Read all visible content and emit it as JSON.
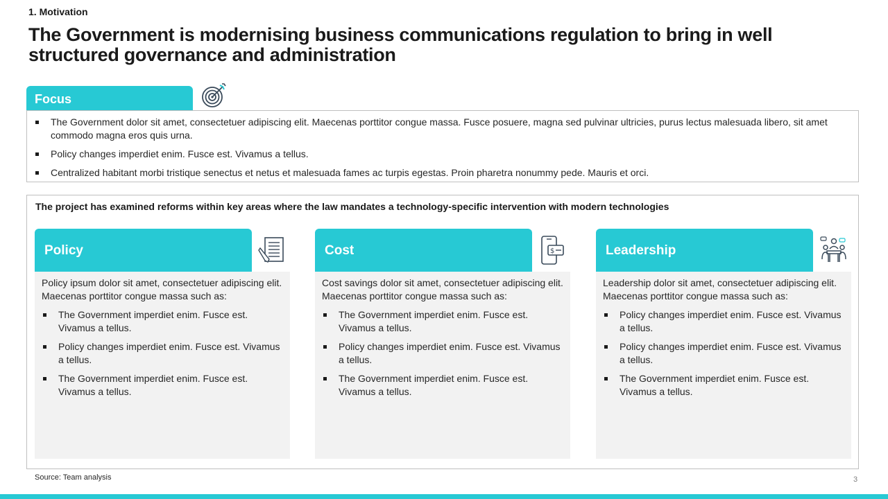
{
  "section_label": "1. Motivation",
  "title": "The Government is modernising business communications regulation to bring in well structured governance and administration",
  "focus": {
    "tab_label": "Focus",
    "icon": "target-icon",
    "bullets": [
      "The Government dolor sit amet, consectetuer adipiscing elit. Maecenas porttitor congue massa. Fusce posuere, magna sed pulvinar ultricies, purus lectus malesuada libero, sit amet commodo magna eros quis urna.",
      "Policy changes imperdiet enim. Fusce est. Vivamus a tellus.",
      "Centralized habitant morbi tristique senectus et netus et malesuada fames ac turpis egestas. Proin pharetra nonummy pede. Mauris et orci."
    ]
  },
  "project": {
    "heading": "The project has examined reforms within key areas where the law mandates a technology-specific intervention with modern technologies",
    "columns": [
      {
        "title": "Policy",
        "icon": "document-pen-icon",
        "intro": "Policy ipsum dolor sit amet, consectetuer adipiscing elit. Maecenas porttitor congue massa such as:",
        "bullets": [
          "The Government imperdiet enim. Fusce est. Vivamus a tellus.",
          "Policy changes imperdiet enim. Fusce est. Vivamus a tellus.",
          "The Government imperdiet enim. Fusce est. Vivamus a tellus."
        ]
      },
      {
        "title": "Cost",
        "icon": "phone-payment-icon",
        "intro": "Cost savings dolor sit amet, consectetuer adipiscing elit. Maecenas porttitor congue massa such as:",
        "bullets": [
          "The Government imperdiet enim. Fusce est. Vivamus a tellus.",
          "Policy changes imperdiet enim. Fusce est. Vivamus a tellus.",
          "The Government imperdiet enim. Fusce est. Vivamus a tellus."
        ]
      },
      {
        "title": "Leadership",
        "icon": "team-meeting-icon",
        "intro": "Leadership dolor sit amet, consectetuer adipiscing elit. Maecenas porttitor congue massa such as:",
        "bullets": [
          "Policy changes imperdiet enim. Fusce est. Vivamus a tellus.",
          "Policy changes imperdiet enim. Fusce est. Vivamus a tellus.",
          "The Government imperdiet enim. Fusce est. Vivamus a tellus."
        ]
      }
    ]
  },
  "source": "Source: Team analysis",
  "page_number": "3",
  "colors": {
    "accent": "#27c9d4",
    "panel_bg": "#f2f2f2",
    "border": "#bfbfbf"
  }
}
